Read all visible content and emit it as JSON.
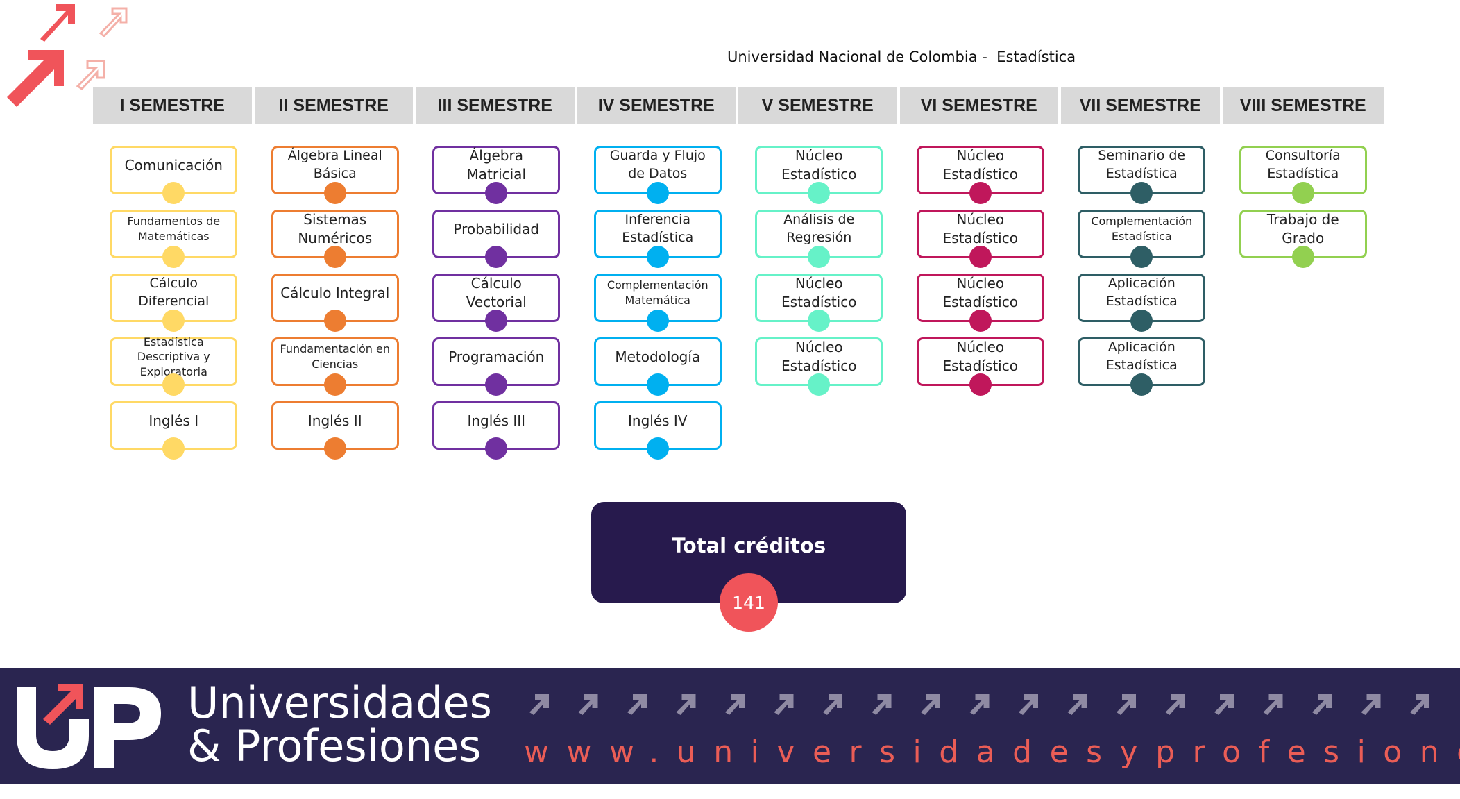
{
  "header": {
    "title": "Universidad Nacional de Colombia -  Estadística"
  },
  "colors": {
    "I": "#ffd965",
    "II": "#ed7d31",
    "III": "#7030a0",
    "IV": "#00b0f0",
    "V": "#66f2c8",
    "VI": "#c0175b",
    "VII": "#2e5e65",
    "VIII": "#92d050",
    "total_box": "#271a4d",
    "total_circle": "#f0545a",
    "footer_bg": "#2a2550",
    "website": "#ea5d56"
  },
  "semesters": [
    {
      "label": "I SEMESTRE",
      "color_key": "I",
      "courses": [
        "Comunicación",
        "Fundamentos de Matemáticas",
        "Cálculo Diferencial",
        "Estadística Descriptiva y Exploratoria",
        "Inglés I"
      ]
    },
    {
      "label": "II SEMESTRE",
      "color_key": "II",
      "courses": [
        "Álgebra Lineal Básica",
        "Sistemas Numéricos",
        "Cálculo Integral",
        "Fundamentación en Ciencias",
        "Inglés II"
      ]
    },
    {
      "label": "III SEMESTRE",
      "color_key": "III",
      "courses": [
        "Álgebra Matricial",
        "Probabilidad",
        "Cálculo Vectorial",
        "Programación",
        "Inglés III"
      ]
    },
    {
      "label": "IV SEMESTRE",
      "color_key": "IV",
      "courses": [
        "Guarda y Flujo de Datos",
        "Inferencia Estadística",
        "Complementación Matemática",
        "Metodología",
        "Inglés IV"
      ]
    },
    {
      "label": "V SEMESTRE",
      "color_key": "V",
      "courses": [
        "Núcleo Estadístico",
        "Análisis de Regresión",
        "Núcleo Estadístico",
        "Núcleo Estadístico"
      ]
    },
    {
      "label": "VI SEMESTRE",
      "color_key": "VI",
      "courses": [
        "Núcleo Estadístico",
        "Núcleo Estadístico",
        "Núcleo Estadístico",
        "Núcleo Estadístico"
      ]
    },
    {
      "label": "VII SEMESTRE",
      "color_key": "VII",
      "courses": [
        "Seminario de Estadística",
        "Complementación Estadística",
        "Aplicación Estadística",
        "Aplicación Estadística"
      ]
    },
    {
      "label": "VIII SEMESTRE",
      "color_key": "VIII",
      "courses": [
        "Consultoría Estadística",
        "Trabajo de Grado"
      ]
    }
  ],
  "total": {
    "label": "Total créditos",
    "value": "141"
  },
  "footer": {
    "brand_line1": "Universidades",
    "brand_line2": "& Profesiones",
    "website": "www.universidadesyprofesiones.com"
  }
}
